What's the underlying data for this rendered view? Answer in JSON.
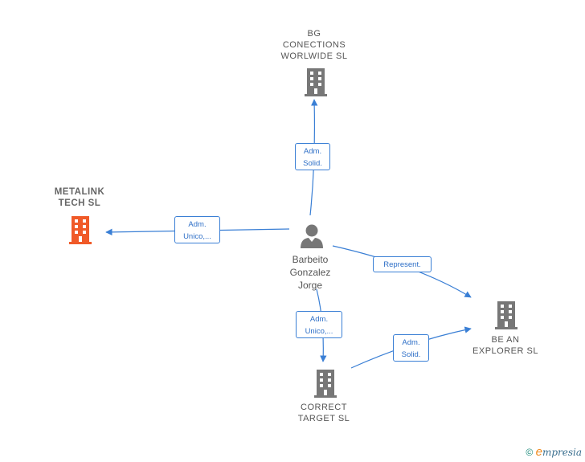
{
  "nodes": {
    "bg": {
      "label": "BG\nCONECTIONS\nWORLWIDE  SL",
      "icon": "building-icon",
      "color": "#777777"
    },
    "metalink": {
      "label": "METALINK\nTECH  SL",
      "icon": "building-icon",
      "color": "#f05a28"
    },
    "person": {
      "label": "Barbeito\nGonzalez\nJorge",
      "icon": "person-icon",
      "color": "#777777"
    },
    "explorer": {
      "label": "BE AN\nEXPLORER  SL",
      "icon": "building-icon",
      "color": "#777777"
    },
    "correct": {
      "label": "CORRECT\nTARGET  SL",
      "icon": "building-icon",
      "color": "#777777"
    }
  },
  "edges": {
    "to_bg": "Adm.\nSolid.",
    "to_metalink": "Adm.\nUnico,...",
    "to_explorer": "Represent.",
    "to_correct": "Adm.\nUnico,...",
    "correct_to_explorer": "Adm.\nSolid."
  },
  "colors": {
    "edge": "#3a7fd5",
    "accent": "#f05a28"
  },
  "footer": {
    "copyright": "©",
    "brand_initial": "e",
    "brand_rest": "mpresia"
  }
}
